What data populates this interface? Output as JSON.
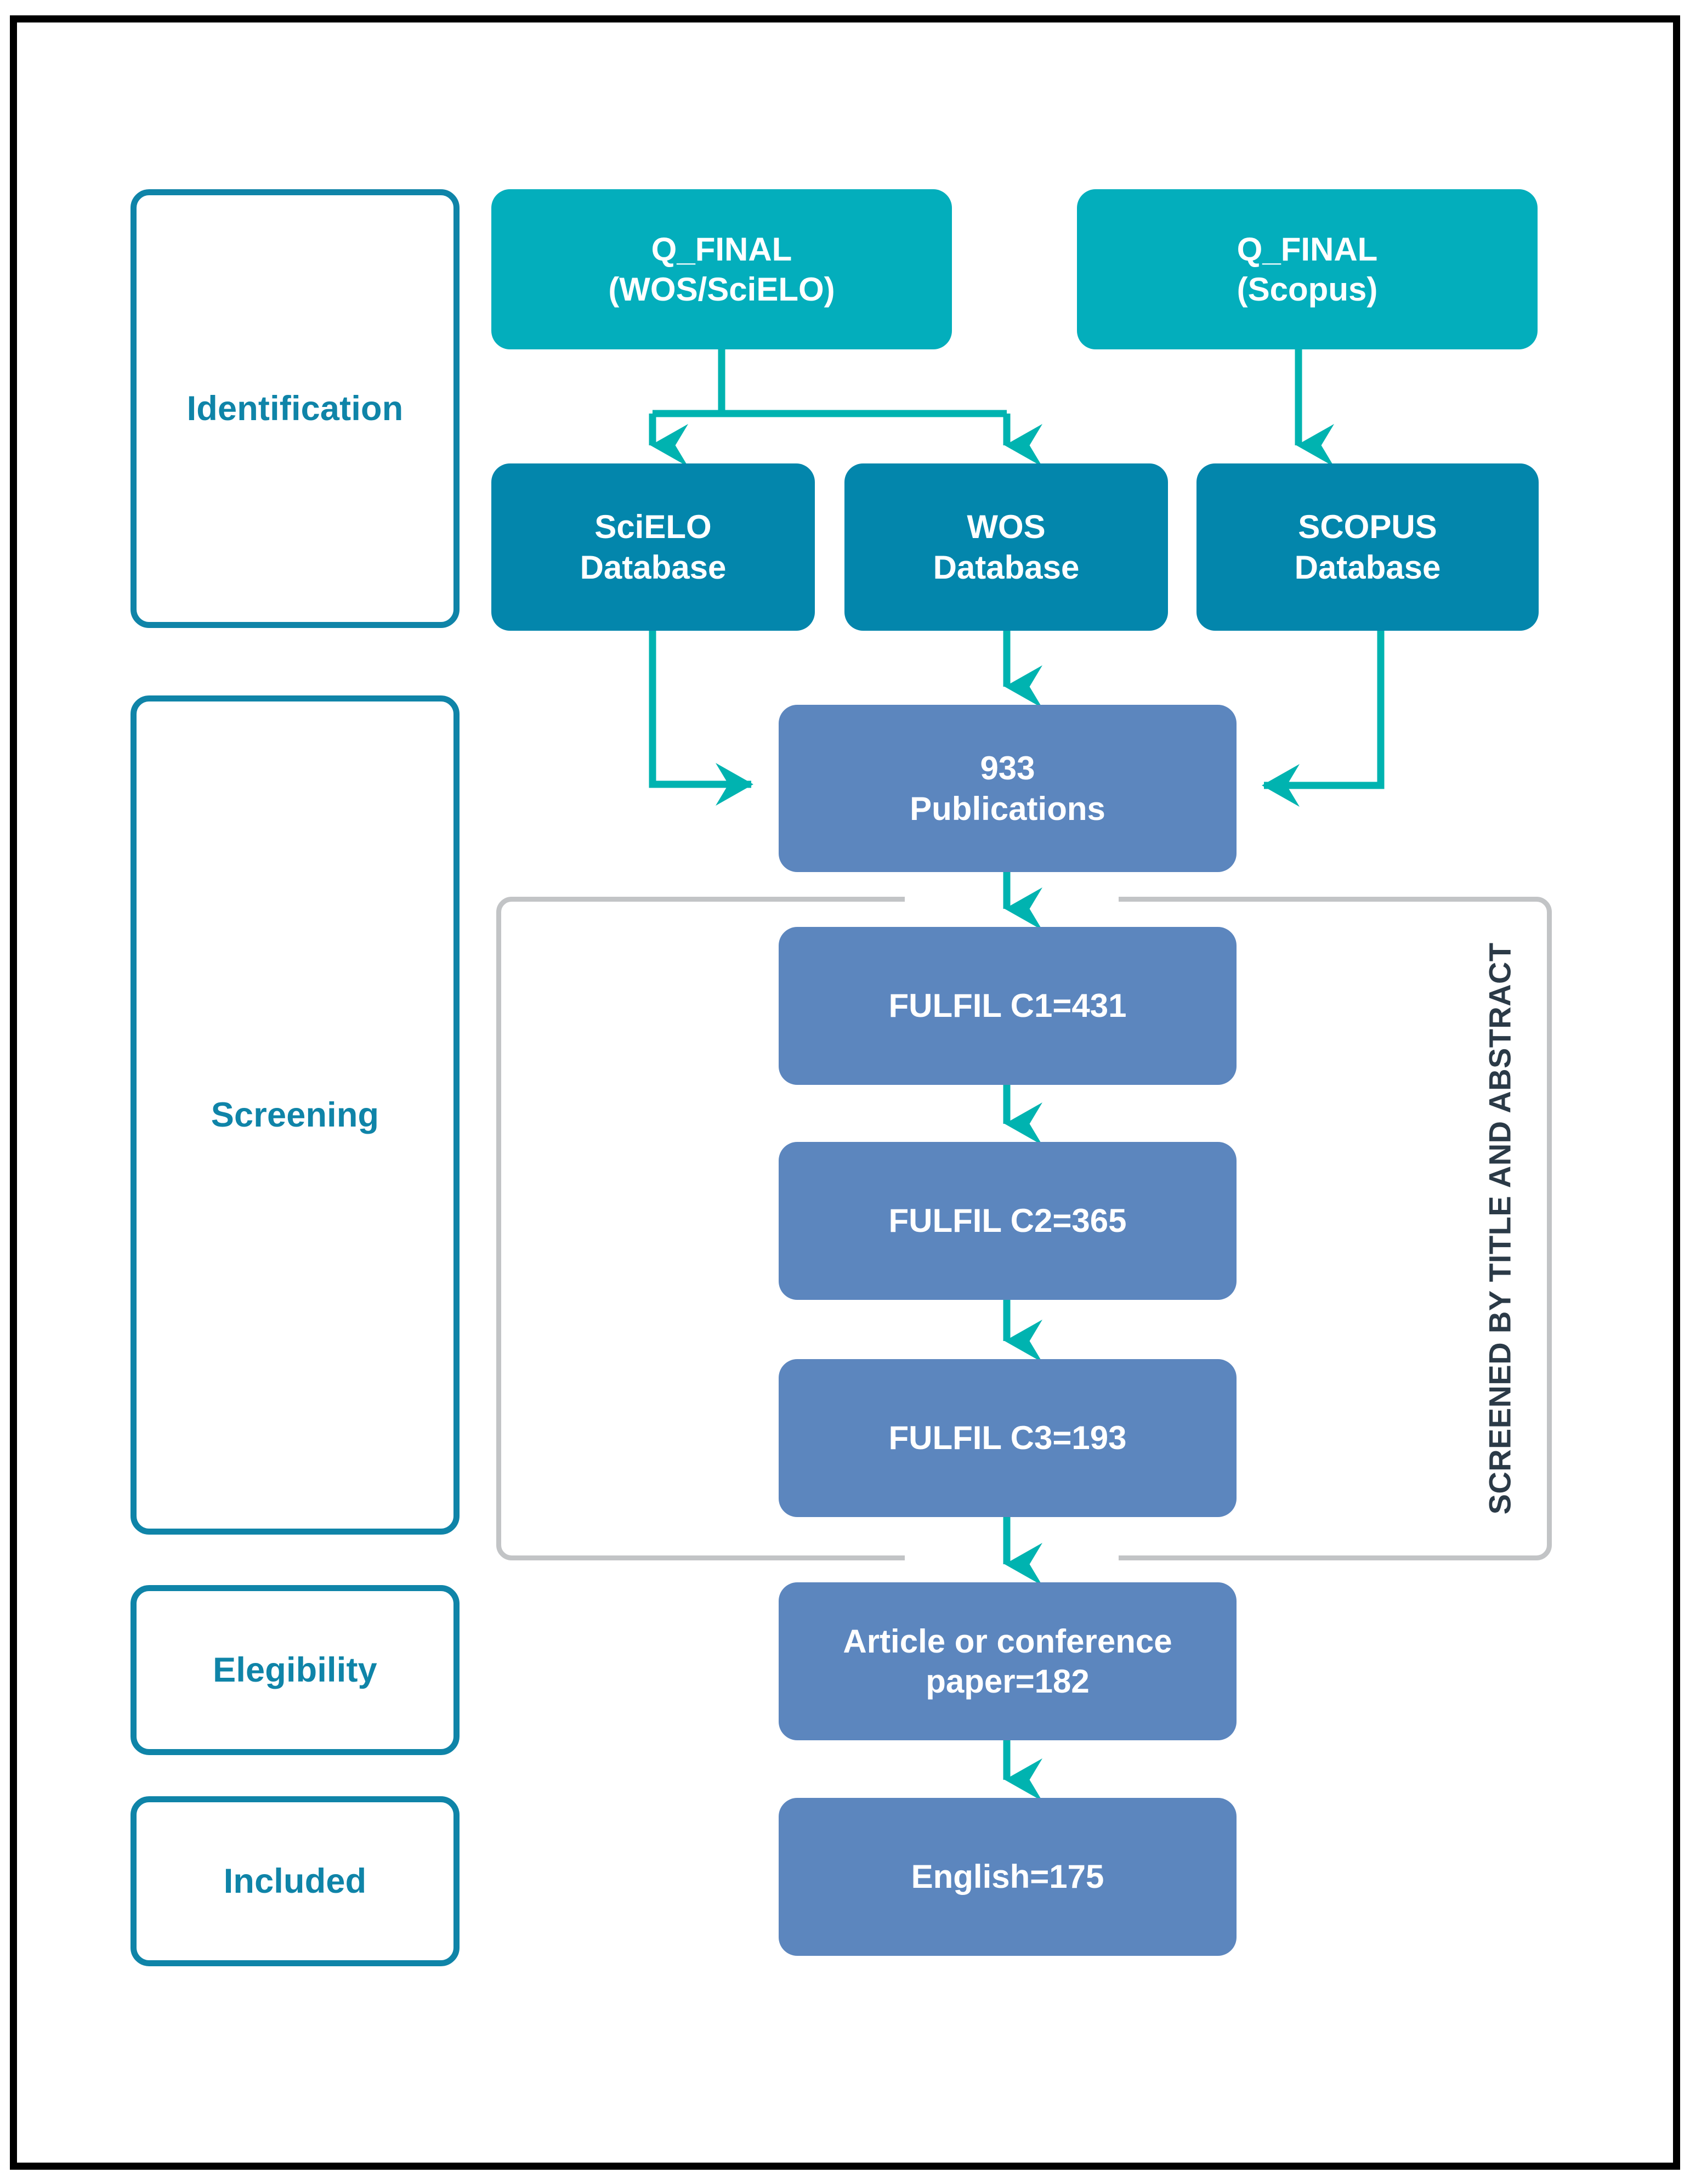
{
  "diagram": {
    "title": "PRISMA study selection flow diagram",
    "colors": {
      "teal_light": "#03aebc",
      "teal_deep": "#0386ac",
      "slate_blue": "#5c86be",
      "arrow": "#00b3b0",
      "outline_teal": "#0f84a8",
      "container_gray": "#c2c4c6",
      "caption_text": "#2b3a47",
      "page_border": "#000000"
    }
  },
  "stages": [
    {
      "id": "identification",
      "label": "Identification"
    },
    {
      "id": "screening",
      "label": "Screening"
    },
    {
      "id": "elegibility",
      "label": "Elegibility"
    },
    {
      "id": "included",
      "label": "Included"
    }
  ],
  "queries": [
    {
      "id": "qfinal_wos_scielo",
      "line1": "Q_FINAL",
      "line2": "(WOS/SciELO)"
    },
    {
      "id": "qfinal_scopus",
      "line1": "Q_FINAL",
      "line2": "(Scopus)"
    }
  ],
  "databases": [
    {
      "id": "scielo",
      "line1": "SciELO",
      "line2": "Database"
    },
    {
      "id": "wos",
      "line1": "WOS",
      "line2": "Database"
    },
    {
      "id": "scopus",
      "line1": "SCOPUS",
      "line2": "Database"
    }
  ],
  "flow_nodes": [
    {
      "id": "publications",
      "line1": "933",
      "line2": "Publications",
      "count": 933
    },
    {
      "id": "fulfil_c1",
      "line1": "FULFIL C1=431",
      "count": 431
    },
    {
      "id": "fulfil_c2",
      "line1": "FULFIL C2=365",
      "count": 365
    },
    {
      "id": "fulfil_c3",
      "line1": "FULFIL C3=193",
      "count": 193
    },
    {
      "id": "article_or_conference",
      "line1": "Article or conference",
      "line2": "paper=182",
      "count": 182
    },
    {
      "id": "english",
      "line1": "English=175",
      "count": 175
    }
  ],
  "screening_container": {
    "caption": "SCREENED BY TITLE AND ABSTRACT"
  },
  "chart_data": {
    "type": "diagram",
    "title": "PRISMA flow of study identification, screening, eligibility and inclusion",
    "stages": [
      "Identification",
      "Screening",
      "Elegibility",
      "Included"
    ],
    "steps": [
      {
        "label": "933 Publications",
        "value": 933,
        "stage": "Screening"
      },
      {
        "label": "FULFIL C1=431",
        "value": 431,
        "stage": "Screening"
      },
      {
        "label": "FULFIL C2=365",
        "value": 365,
        "stage": "Screening"
      },
      {
        "label": "FULFIL C3=193",
        "value": 193,
        "stage": "Screening"
      },
      {
        "label": "Article or conference paper=182",
        "value": 182,
        "stage": "Elegibility"
      },
      {
        "label": "English=175",
        "value": 175,
        "stage": "Included"
      }
    ],
    "sources": [
      "Q_FINAL (WOS/SciELO)",
      "Q_FINAL (Scopus)"
    ],
    "databases": [
      "SciELO Database",
      "WOS Database",
      "SCOPUS Database"
    ],
    "annotations": [
      "SCREENED BY TITLE AND ABSTRACT"
    ]
  }
}
